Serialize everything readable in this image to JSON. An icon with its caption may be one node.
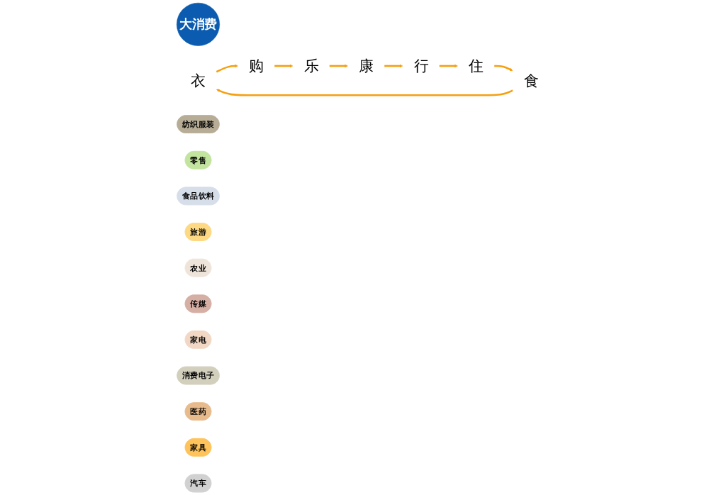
{
  "diagram": {
    "nodes": [
      {
        "text": [
          "大消费"
        ]
      },
      {
        "text": [
          "衣"
        ]
      },
      {
        "text": [
          "购"
        ]
      },
      {
        "text": [
          "乐"
        ]
      },
      {
        "text": [
          "康"
        ]
      },
      {
        "text": [
          "行"
        ]
      },
      {
        "text": [
          "住"
        ]
      },
      {
        "text": [
          "食"
        ]
      },
      {
        "text": [
          "纺织服装"
        ]
      },
      {
        "text": [
          "零售"
        ]
      },
      {
        "text": [
          "食品饮料"
        ]
      },
      {
        "text": [
          "旅游"
        ]
      },
      {
        "text": [
          "农业"
        ]
      },
      {
        "text": [
          "传媒"
        ]
      },
      {
        "text": [
          "家电"
        ]
      },
      {
        "text": [
          "消费电子"
        ]
      },
      {
        "text": [
          "医药"
        ]
      },
      {
        "text": [
          "家具"
        ]
      },
      {
        "text": [
          "汽车"
        ]
      }
    ],
    "edges": [
      {
        "from": 1,
        "to": 2,
        "arrow": "to"
      },
      {
        "from": 2,
        "to": 3,
        "arrow": "to"
      },
      {
        "from": 3,
        "to": 4,
        "arrow": "to"
      },
      {
        "from": 4,
        "to": 5,
        "arrow": "to"
      },
      {
        "from": 5,
        "to": 6,
        "arrow": "to"
      },
      {
        "from": 6,
        "to": 7,
        "arrow": "to"
      },
      {
        "from": 7,
        "to": 1,
        "arrow": "to"
      }
    ]
  }
}
